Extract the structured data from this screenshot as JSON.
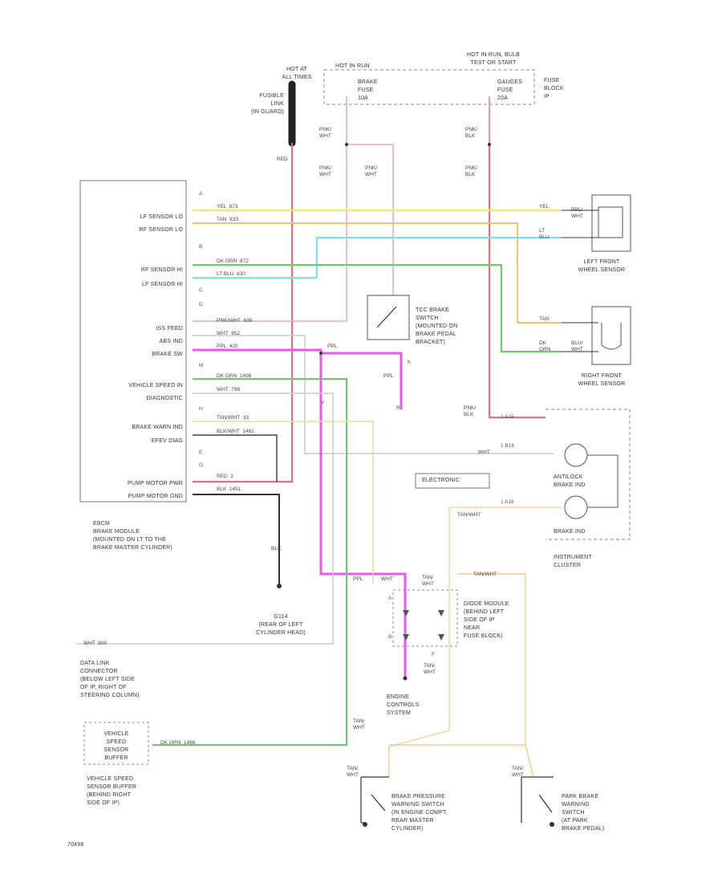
{
  "header": {
    "hot_at_all_times": "HOT AT\nALL TIMES",
    "fusible_link": "FUSIBLE\nLINK\n(IN GUARD)",
    "hot_in_run": "HOT IN RUN",
    "hot_in_run_bulb": "HOT IN RUN, BULB\nTEST OR START",
    "brake_fuse": "BRAKE\nFUSE\n10A",
    "gauges_fuse": "GAUGES\nFUSE\n20A",
    "fuse_block": "FUSE\nBLOCK\nIP"
  },
  "ebcm": {
    "pins": [
      "LF SENSOR LO",
      "RF SENSOR LO",
      "RF SENSOR HI",
      "LF SENSOR HI",
      "ISS FEED",
      "ABS IND",
      "BRAKE SW",
      "VEHICLE SPEED IN",
      "DIAGNOSTIC",
      "BRAKE WARN IND",
      "EFEV DIAG",
      "PUMP MOTOR PWR",
      "PUMP MOTOR GND"
    ],
    "description": "EBCM\nBRAKE MODULE\n(MOUNTED ON LT TO THE\nBRAKE MASTER CYLINDER)"
  },
  "wires": {
    "red": "RED",
    "pnk_wht_a": "PNK/\nWHT",
    "pnk_wht_b": "PNK/\nWHT",
    "pnk_wht_c": "PNK/\nWHT",
    "pnk_blk_a": "PNK/\nBLK",
    "pnk_blk_b": "PNK/\nBLK",
    "pnk_blk_c": "PNK/\nBLK",
    "yel": "YEL  873",
    "tan": "TAN  833",
    "dk_grn": "DK GRN  872",
    "lt_blu": "LT BLU  830",
    "pnk_wht_iss": "PNK/WHT  639",
    "wht_abs": "WHT  852",
    "ppl_brk": "PPL  420",
    "dk_grn_vss": "DK GRN  1498",
    "wht_diag": "WHT  799",
    "tan_wht": "TAN/WHT  33",
    "blk_wht": "BLK/WHT  1461",
    "red_pump": "RED  2",
    "blk_pump": "BLK  1451",
    "blk_gnd": "BLK",
    "ppl_a": "PPL",
    "ppl_b": "PPL",
    "ppl_c": "PPL",
    "wht_lower": "WHT  800",
    "dk_grn_lower": "DK GRN  1498",
    "wht_cluster": "WHT",
    "lt_blu_right": "LT\nBLU",
    "yel_right": "YEL",
    "tan_right": "TAN",
    "dk_grn_right": "DK\nGRN",
    "tan_wht_a": "TAN/WHT",
    "tan_wht_b": "TAN/\nWHT",
    "tan_wht_c": "TAN/WHT",
    "tan_wht_d": "TAN/\nWHT",
    "tan_wht_e": "TAN/\nWHT",
    "tan_wht_f": "TAN/\nWHT",
    "tan_wht_g": "TAN/\nWHT",
    "wht_nearby": "WHT",
    "ppl_wht": "PPL/\nWHT",
    "blu_wht": "BLU/\nWHT"
  },
  "components": {
    "lf_sensor": "LEFT FRONT\nWHEEL SENSOR",
    "rf_sensor": "RIGHT FRONT\nWHEEL SENSOR",
    "tcc_switch": "TCC BRAKE\nSWITCH\n(MOUNTED ON\nBRAKE PEDAL\nBRACKET)",
    "electronic": "ELECTRONIC",
    "antilock_brake_ind": "ANTILOCK\nBRAKE IND",
    "brake_ind": "BRAKE IND",
    "instrument_cluster": "INSTRUMENT\nCLUSTER",
    "diode_module": "DIODE MODULE\n(BEHIND LEFT\nSIDE OF IP\nNEAR\nFUSE BLOCK)",
    "ecm": "ENGINE\nCONTROLS\nSYSTEM",
    "g114": "G114\n(REAR OF LEFT\nCYLINDER HEAD)",
    "data_link": "DATA LINK\nCONNECTOR\n(BELOW LEFT SIDE\nOF IP, RIGHT OF\nSTEERING COLUMN)",
    "vss_buffer": "VEHICLE\nSPEED\nSENSOR\nBUFFER",
    "vss_buffer_caption": "VEHICLE SPEED\nSENSOR BUFFER\n(BEHIND RIGHT\nSIDE OF IP)",
    "brake_pressure_sw": "BRAKE PRESSURE\nWARNING SWITCH\n(IN ENGINE COMPT,\nREAR MASTER\nCYLINDER)",
    "park_brake_sw": "PARK BRAKE\nWARNING\nSWITCH\n(AT PARK\nBRAKE PEDAL)"
  },
  "pins": {
    "a": "A",
    "b": "B",
    "c": "C",
    "d": "D",
    "m": "M",
    "h": "H",
    "e": "E",
    "g": "G",
    "a2": "A",
    "b2": "B",
    "f": "F",
    "k": "K",
    "r": "R",
    "v": "V",
    "ic_a": "1 A15",
    "ic_b": "1 B16",
    "ic_c": "1 A16"
  },
  "figure_id": "70498",
  "colors": {
    "red": "#f06a72",
    "pink": "#f4a7b5",
    "yellow": "#f3ef5a",
    "tan": "#f0c46d",
    "green": "#5fd35f",
    "lt_blue": "#79e0ee",
    "purple": "#ee55ee",
    "dark": "#333333"
  }
}
